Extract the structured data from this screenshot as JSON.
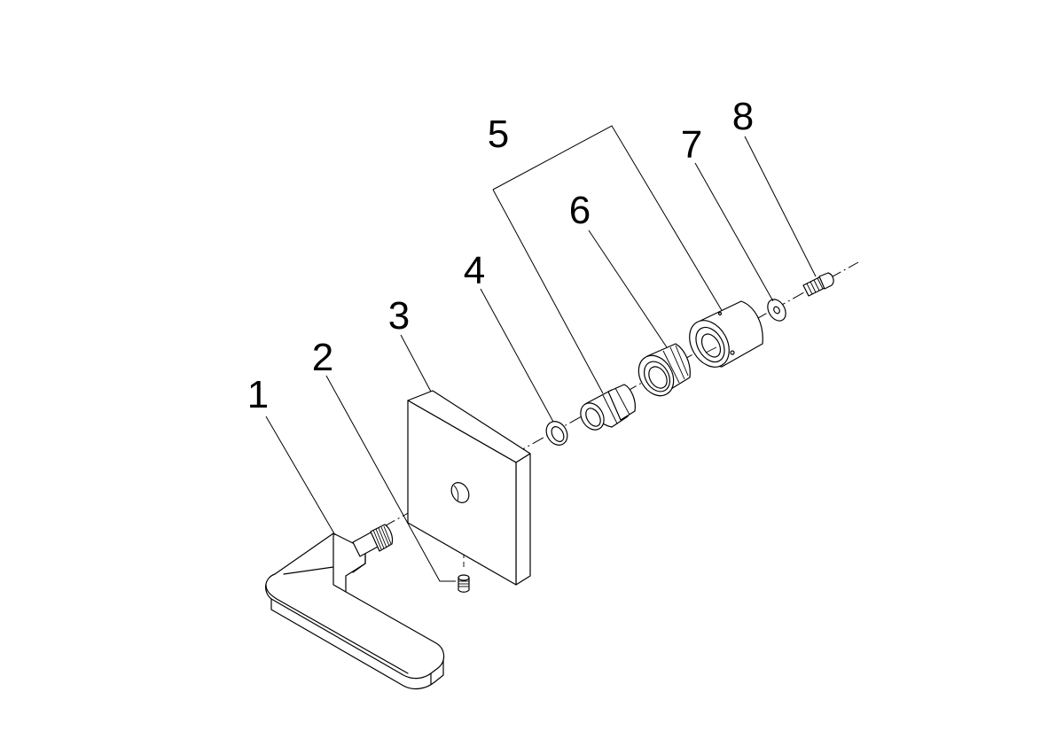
{
  "diagram": {
    "callouts": [
      {
        "id": "1",
        "label": "1"
      },
      {
        "id": "2",
        "label": "2"
      },
      {
        "id": "3",
        "label": "3"
      },
      {
        "id": "4",
        "label": "4"
      },
      {
        "id": "5",
        "label": "5"
      },
      {
        "id": "6",
        "label": "6"
      },
      {
        "id": "7",
        "label": "7"
      },
      {
        "id": "8",
        "label": "8"
      }
    ],
    "line_color": "#000000",
    "background_color": "#ffffff"
  }
}
